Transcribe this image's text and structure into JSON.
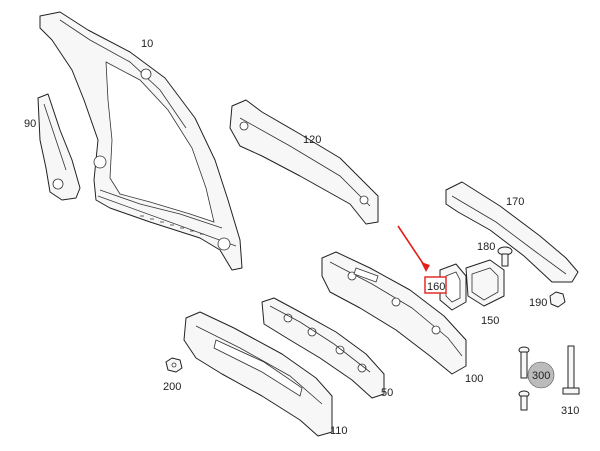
{
  "diagram": {
    "accent": "#e0201b",
    "labels": {
      "p10": "10",
      "p90": "90",
      "p120": "120",
      "p170": "170",
      "p180": "180",
      "p160": "160",
      "p150": "150",
      "p190": "190",
      "p100": "100",
      "p50": "50",
      "p110": "110",
      "p200": "200",
      "p300": "300",
      "p310": "310"
    },
    "highlighted_part": "160"
  }
}
